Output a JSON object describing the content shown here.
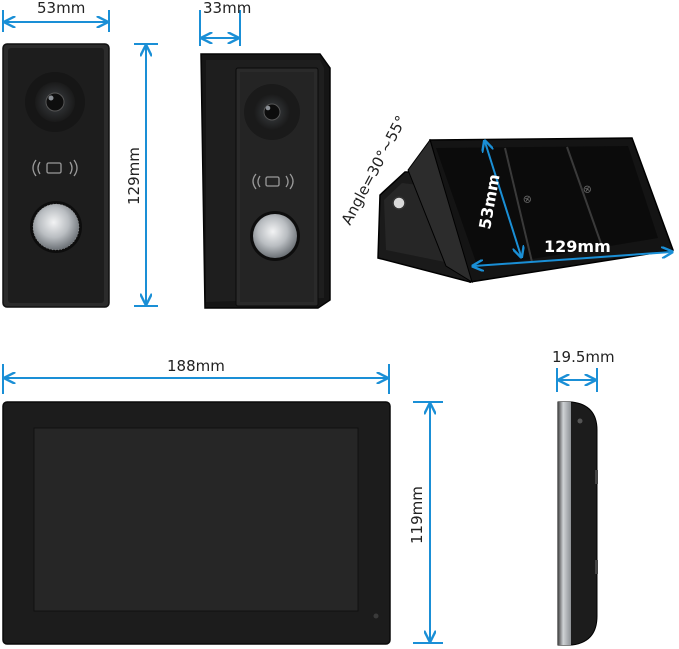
{
  "dimensions": {
    "doorbell_front_width": "53mm",
    "doorbell_height": "129mm",
    "doorbell_side_width": "33mm",
    "rain_cover_height": "53mm",
    "rain_cover_width": "129mm",
    "rain_cover_angle": "Angle=30°~55°",
    "monitor_width": "188mm",
    "monitor_height": "119mm",
    "monitor_depth": "19.5mm"
  },
  "colors": {
    "dimension_line": "#1a8fd6",
    "device_body": "#1c1c1c",
    "screen": "#232323",
    "button_metal": "#bfc3c7"
  },
  "icons": {
    "rfid": "rfid-card-icon",
    "camera": "camera-lens-icon",
    "call_button": "call-button-icon"
  }
}
